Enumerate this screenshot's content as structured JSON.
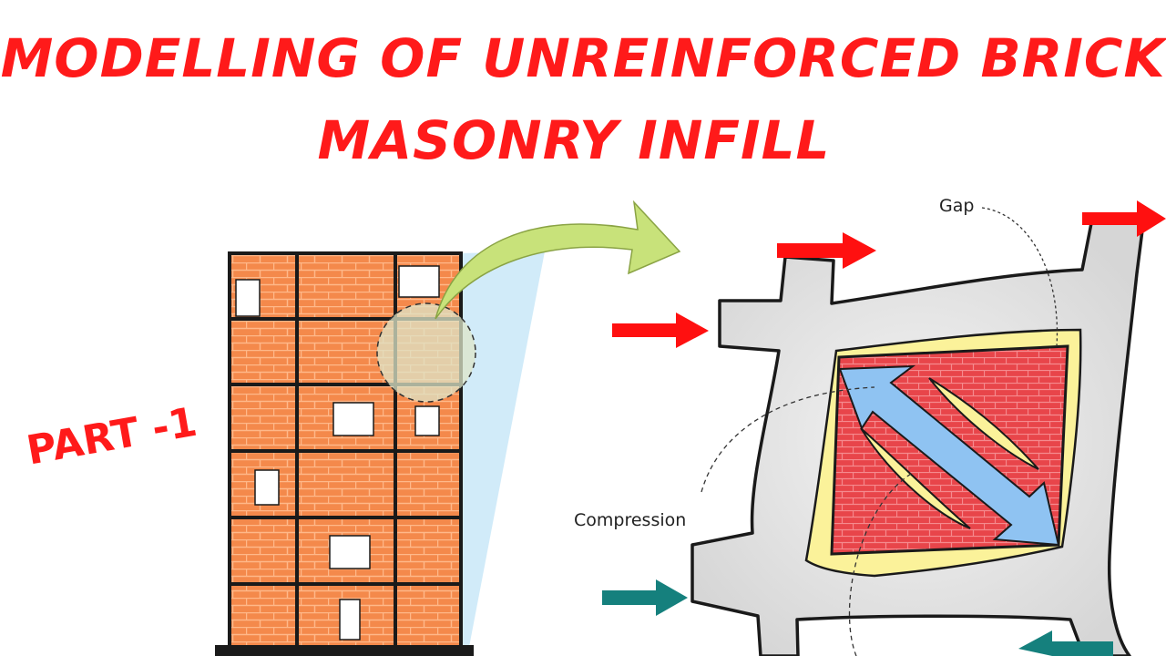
{
  "title": {
    "line1": "MODELLING OF UNREINFORCED BRICK",
    "line2": "MASONRY INFILL"
  },
  "part_label": "PART -1",
  "labels": {
    "gap": "Gap",
    "compression": "Compression"
  },
  "colors": {
    "title": "#ff1a1a",
    "brick": "#f4894b",
    "brick_mortar": "#ffb889",
    "frame": "#1a1a1a",
    "infill_red": "#e8454a",
    "gap_yellow": "#fbf29a",
    "strut_blue": "#8fc3f2",
    "force_red": "#ff1010",
    "force_teal": "#15807d",
    "concrete": "#e6e6e6",
    "callout_arrow": "#c8e27a",
    "callout_beam": "#c9e8f8"
  }
}
